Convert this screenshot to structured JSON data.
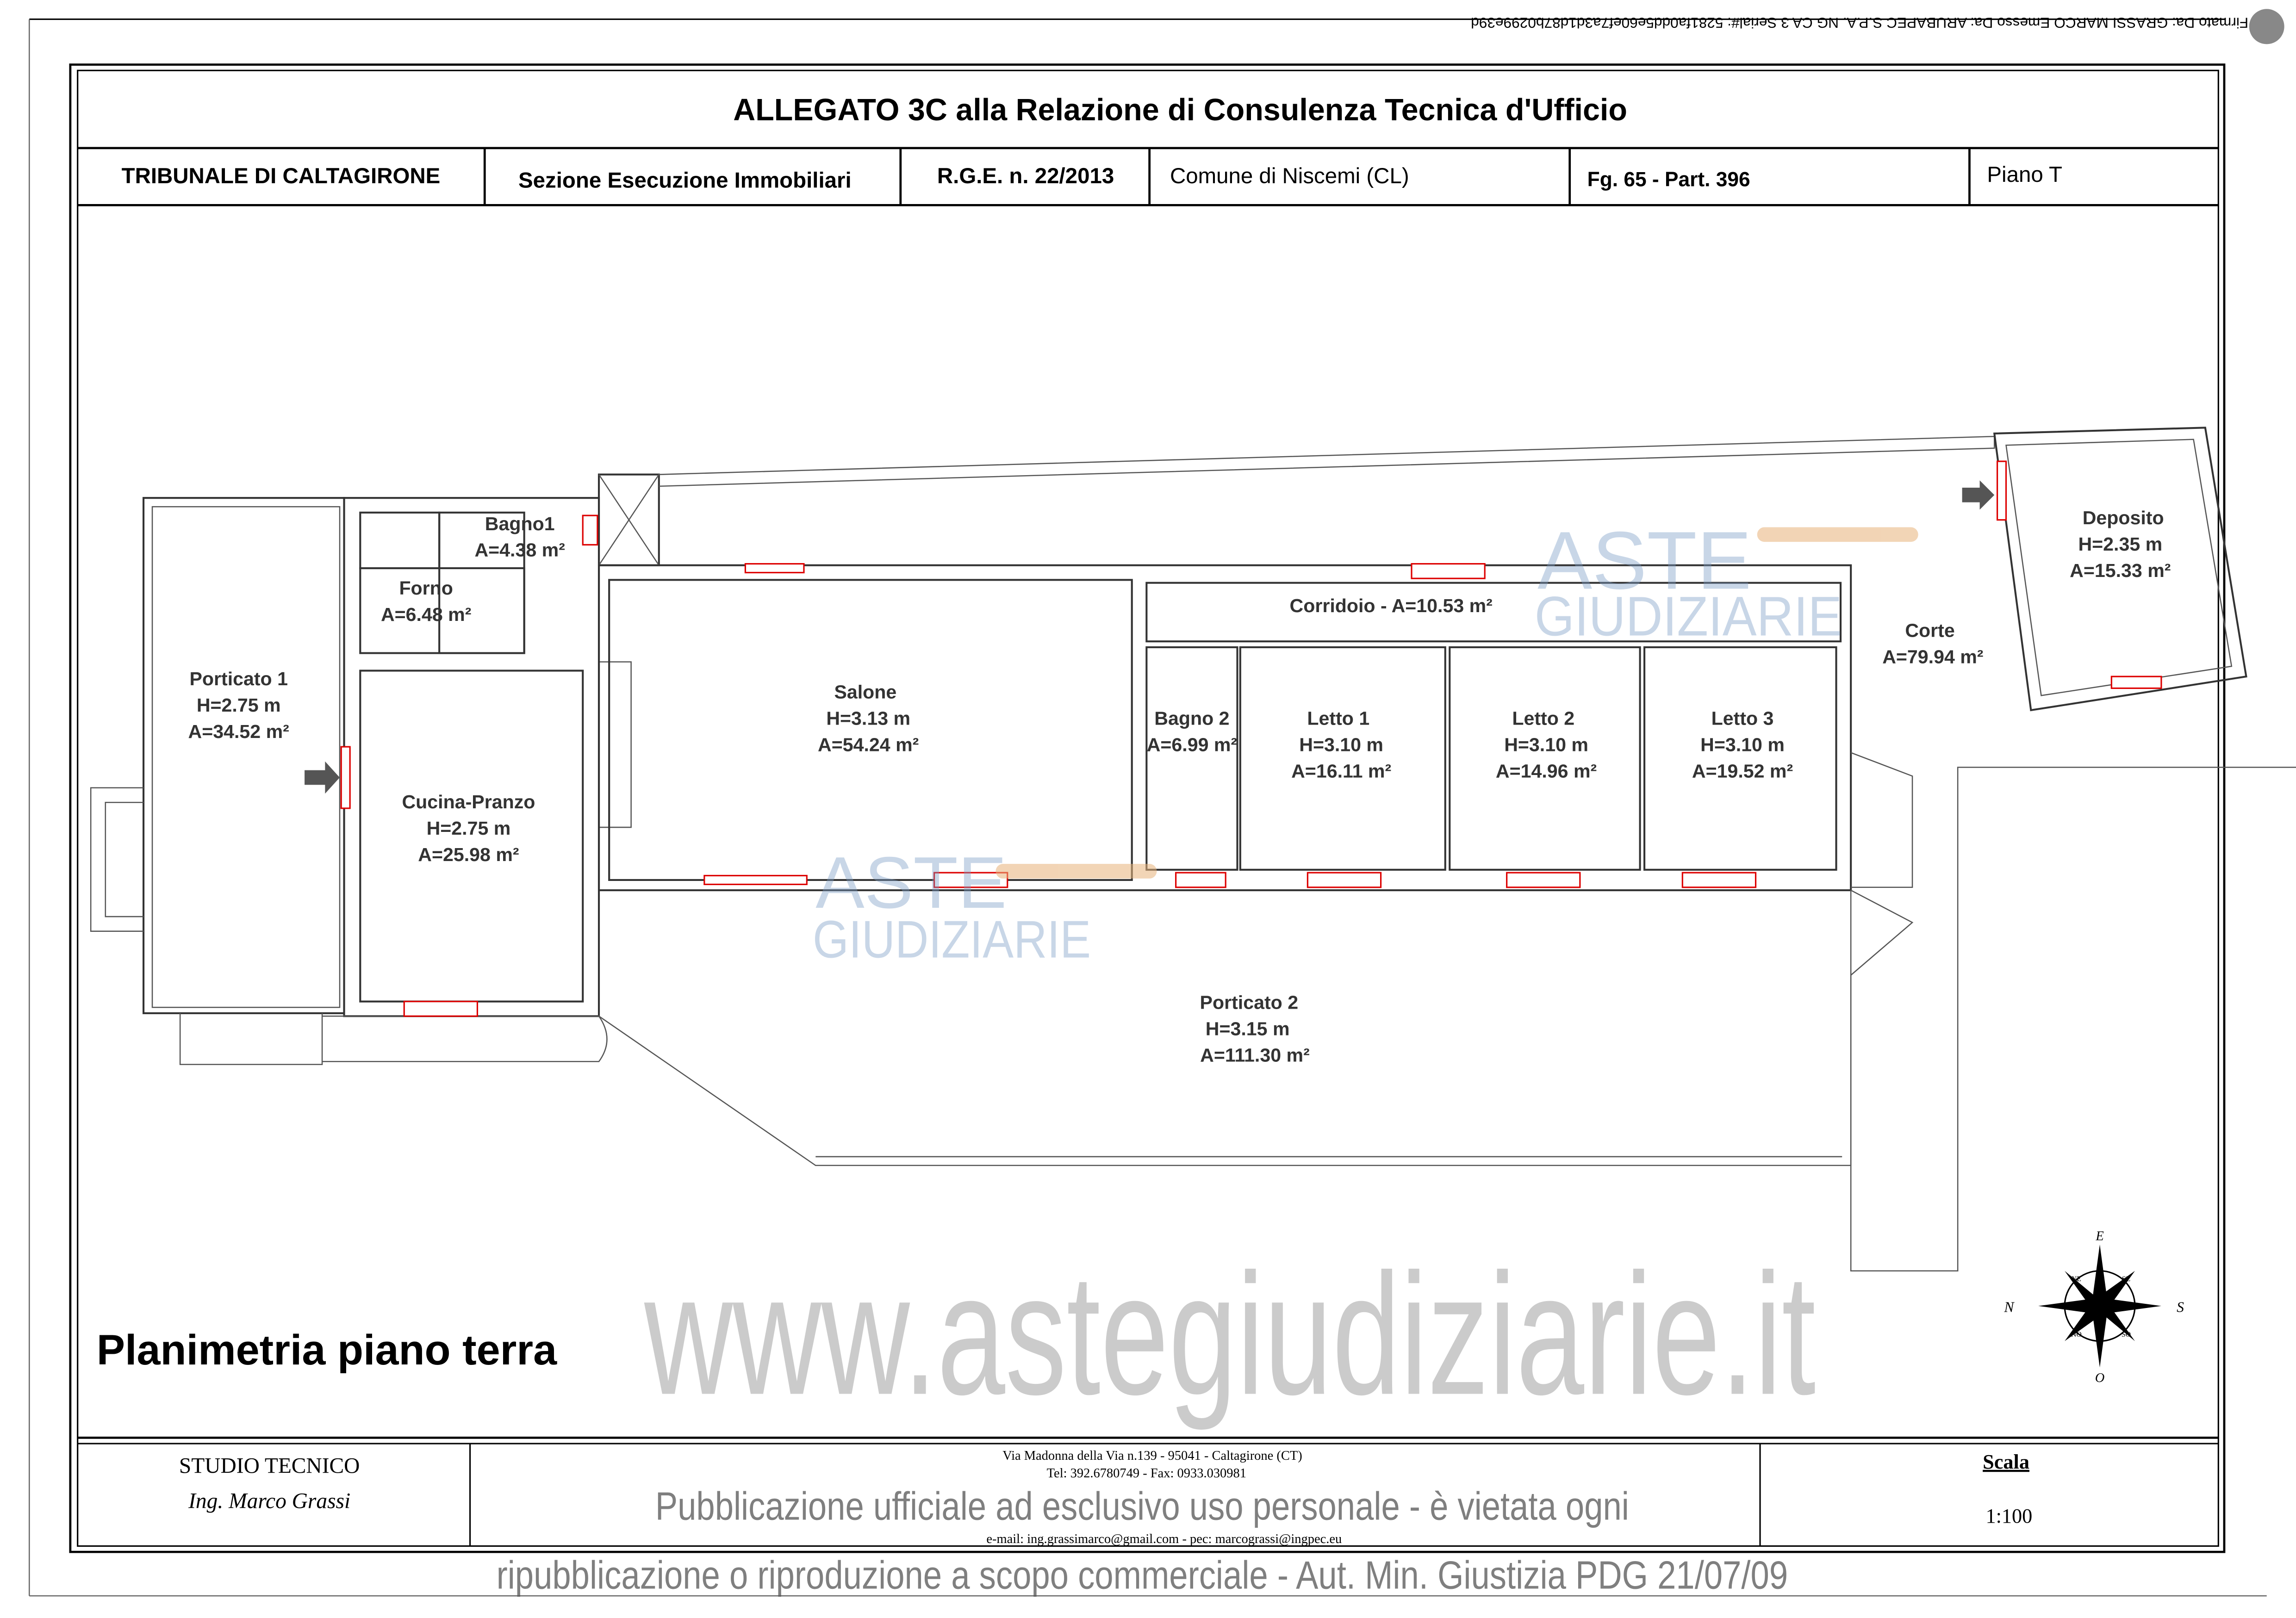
{
  "signature": "Firmato Da: GRASSI MARCO Emesso Da: ARUBAPEC S.P.A. NG CA 3 Serial#: 5281fa0dd5e60ef7a3d1d87b0299e39d",
  "title": "ALLEGATO 3C alla Relazione di Consulenza Tecnica d'Ufficio",
  "header": {
    "court": "TRIBUNALE DI CALTAGIRONE",
    "section": "Sezione Esecuzione Immobiliari",
    "rge": "R.G.E. n. 22/2013",
    "comune": "Comune di Niscemi (CL)",
    "foglio": "Fg. 65 - Part. 396",
    "piano": "Piano T"
  },
  "rooms": [
    {
      "name": "Porticato 1",
      "h": "H=2.75 m",
      "a": "A=34.52 m²"
    },
    {
      "name": "Bagno1",
      "a": "A=4.38 m²"
    },
    {
      "name": "Forno",
      "a": "A=6.48 m²"
    },
    {
      "name": "Cucina-Pranzo",
      "h": "H=2.75 m",
      "a": "A=25.98 m²"
    },
    {
      "name": "Salone",
      "h": "H=3.13 m",
      "a": "A=54.24 m²"
    },
    {
      "name": "Corridoio - A=10.53 m²"
    },
    {
      "name": "Bagno 2",
      "a": "A=6.99 m²"
    },
    {
      "name": "Letto 1",
      "h": "H=3.10 m",
      "a": "A=16.11 m²"
    },
    {
      "name": "Letto 2",
      "h": "H=3.10 m",
      "a": "A=14.96 m²"
    },
    {
      "name": "Letto 3",
      "h": "H=3.10 m",
      "a": "A=19.52 m²"
    },
    {
      "name": "Corte",
      "a": "A=79.94 m²"
    },
    {
      "name": "Deposito",
      "h": "H=2.35 m",
      "a": "A=15.33 m²"
    },
    {
      "name": "Porticato 2",
      "h": "H=3.15 m",
      "a": "A=111.30 m²"
    }
  ],
  "compass": {
    "n": "N",
    "s": "S",
    "e": "E",
    "o": "O",
    "ne": "NE",
    "se": "SE",
    "no": "NO",
    "so": "SO"
  },
  "plan_title": "Planimetria piano terra",
  "footer": {
    "studio": "STUDIO TECNICO",
    "engineer": "Ing. Marco Grassi",
    "address": "Via Madonna della Via n.139 - 95041 - Caltagirone (CT)",
    "tel": "Tel: 392.6780749   -   Fax: 0933.030981",
    "email": "e-mail: ing.grassimarco@gmail.com   -   pec: marcograssi@ingpec.eu",
    "scale_label": "Scala",
    "scale_value": "1:100"
  },
  "watermarks": {
    "logo_top": "ASTE",
    "logo_bottom": "GIUDIZIARIE",
    "site": "www.astegiudiziarie.it",
    "notice_1": "Pubblicazione ufficiale ad esclusivo uso personale - è vietata ogni",
    "notice_2": "ripubblicazione o riproduzione a scopo commerciale - Aut. Min. Giustizia PDG 21/07/09"
  }
}
